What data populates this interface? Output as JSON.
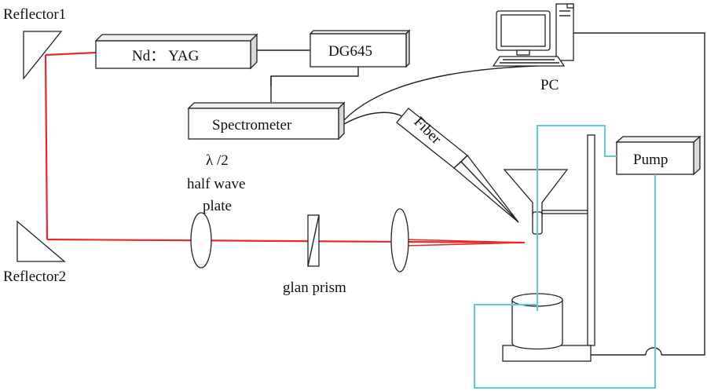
{
  "labels": {
    "reflector1": "Reflector1",
    "reflector2": "Reflector2",
    "laser": "Nd： YAG",
    "delay_generator": "DG645",
    "spectrometer": "Spectrometer",
    "fiber": "Fiber",
    "pc": "PC",
    "pump": "Pump",
    "waveplate_symbol": "λ  /2",
    "waveplate_line1": "half wave",
    "waveplate_line2": "plate",
    "prism": "glan prism"
  },
  "colors": {
    "laser_beam": "#e8282c",
    "liquid_tube": "#5bc8e6",
    "line": "#222222"
  }
}
